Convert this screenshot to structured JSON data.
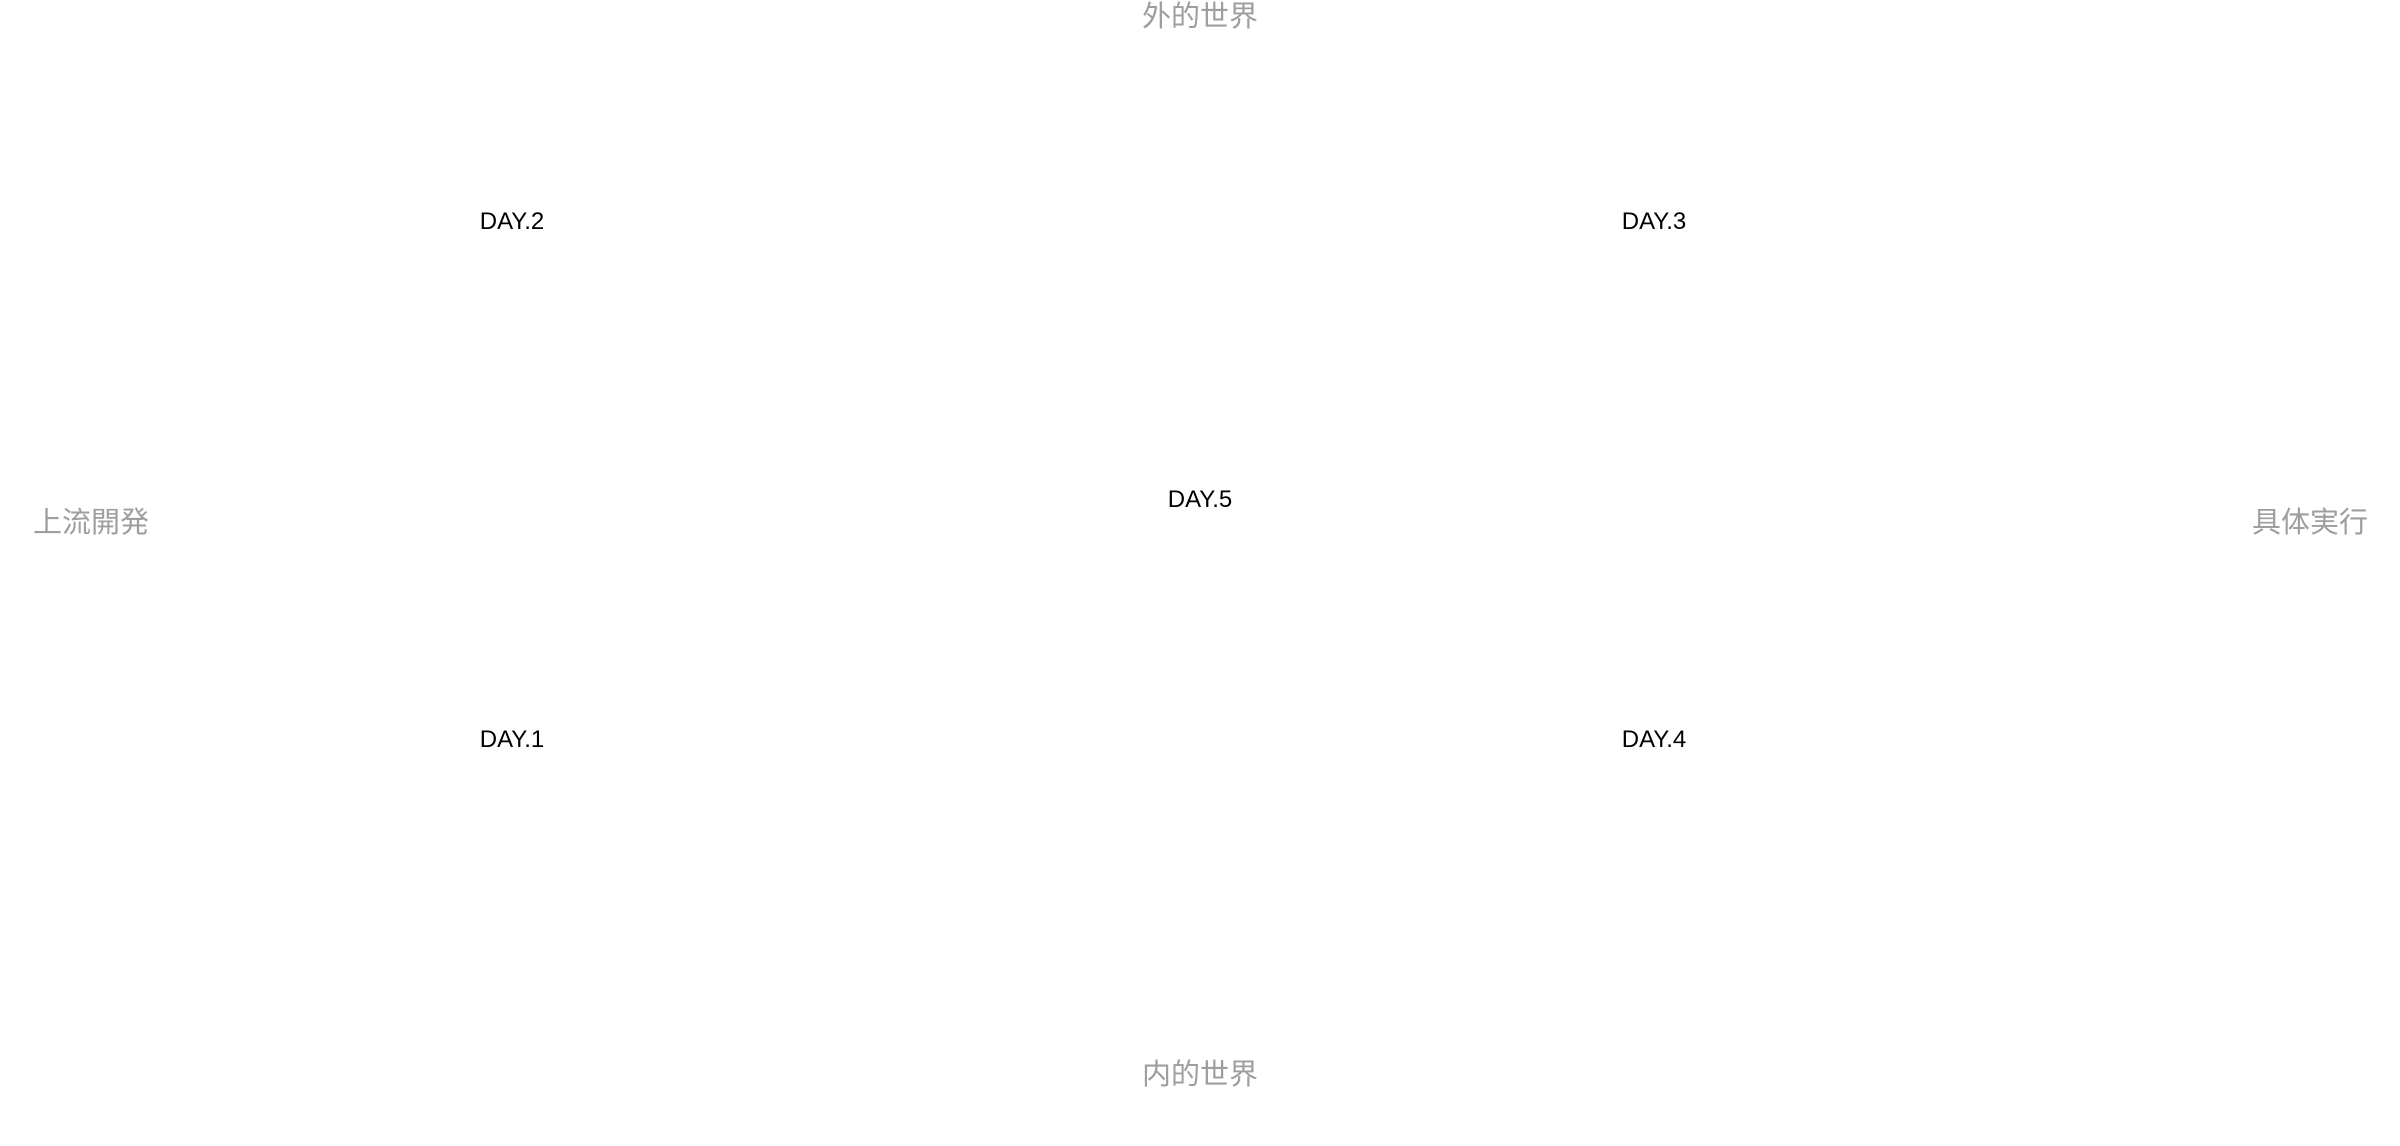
{
  "axes": {
    "top": "外的世界",
    "bottom": "内的世界",
    "left": "上流開発",
    "right": "具体実行"
  },
  "days": {
    "day1": "DAY.1",
    "day2": "DAY.2",
    "day3": "DAY.3",
    "day4": "DAY.4",
    "day5": "DAY.5"
  },
  "colors": {
    "axis_label": "#9e9e9e",
    "day_label": "#000000",
    "background": "#ffffff"
  }
}
